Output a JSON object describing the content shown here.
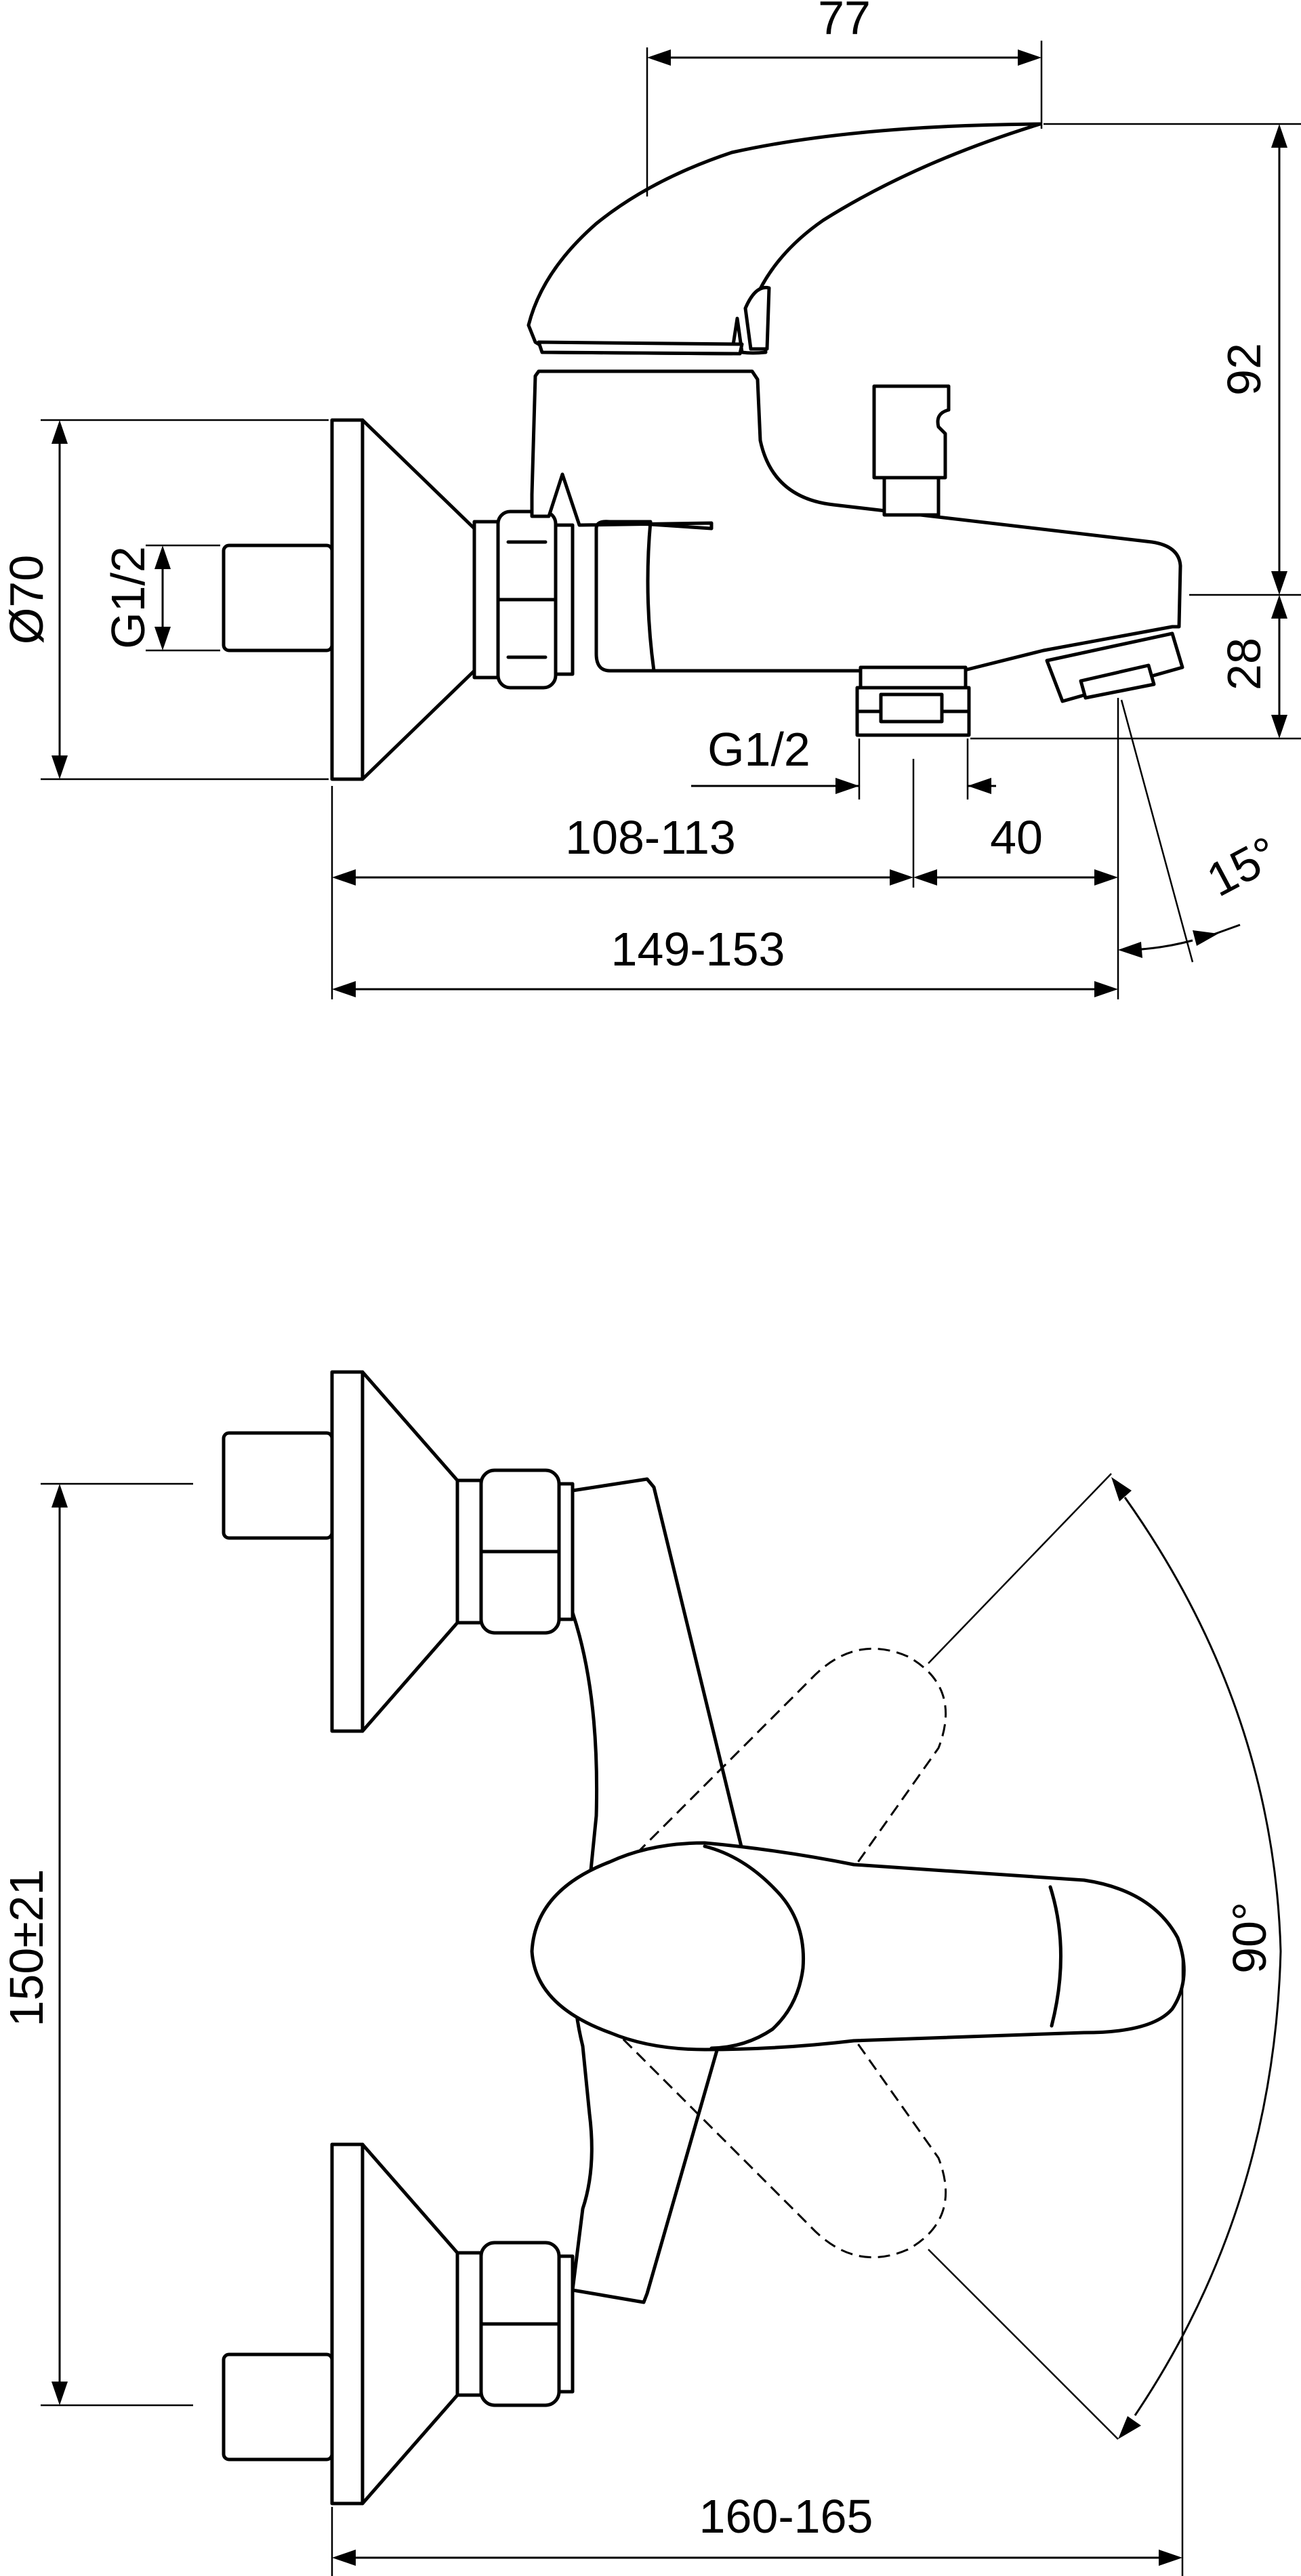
{
  "side_view": {
    "dim_handle_reach": "77",
    "dim_height_top": "92",
    "dim_height_bottom": "28",
    "dim_flange_diameter": "Ø70",
    "dim_inlet_thread": "G1/2",
    "dim_outlet_thread": "G1/2",
    "dim_wall_to_outlet": "108-113",
    "dim_outlet_to_spout": "40",
    "dim_total_projection": "149-153",
    "dim_spout_angle": "15°"
  },
  "top_view": {
    "dim_inlet_spacing": "150±21",
    "dim_total_width": "160-165",
    "dim_lever_rotation": "90°"
  }
}
